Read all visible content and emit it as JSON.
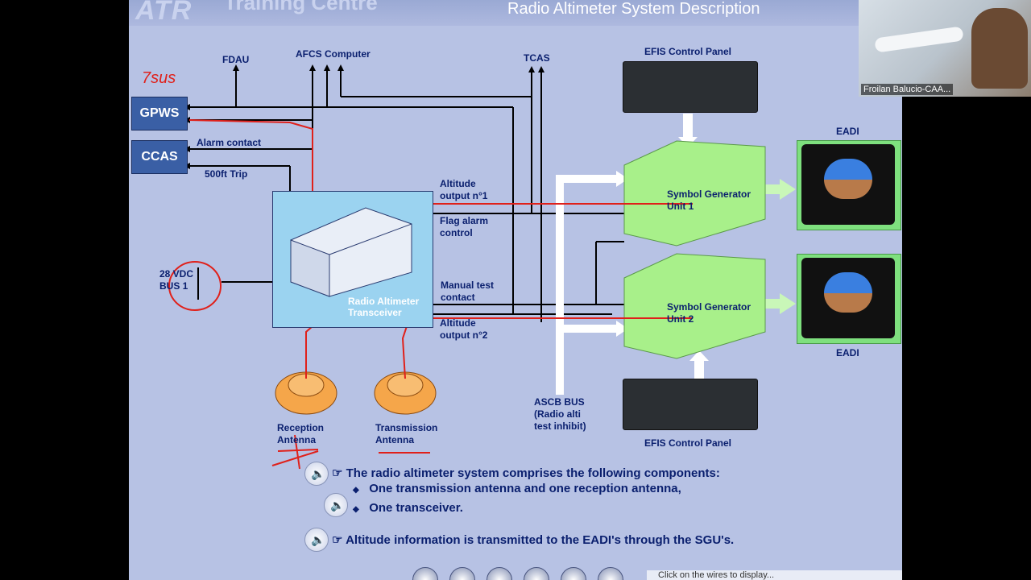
{
  "slide": {
    "title": "Radio Altimeter System Description",
    "logo_text": "ATR",
    "logo_sub": "Training Centre"
  },
  "boxes": {
    "gpws": "GPWS",
    "ccas": "CCAS"
  },
  "labels": {
    "fdau": "FDAU",
    "afcs": "AFCS Computer",
    "tcas": "TCAS",
    "efis_top": "EFIS Control Panel",
    "efis_bottom": "EFIS Control Panel",
    "eadi_top": "EADI",
    "eadi_bottom": "EADI",
    "alarm_contact": "Alarm contact",
    "trip_500": "500ft Trip",
    "alt_out1": "Altitude\noutput n°1",
    "flag_alarm": "Flag alarm\ncontrol",
    "manual_test": "Manual test\ncontact",
    "alt_out2": "Altitude\noutput n°2",
    "vdc_28": "28 VDC\nBUS 1",
    "transceiver": "Radio Altimeter\nTransceiver",
    "sgu1": "Symbol Generator\nUnit 1",
    "sgu2": "Symbol Generator\nUnit 2",
    "reception": "Reception\nAntenna",
    "transmission": "Transmission\nAntenna",
    "ascb": "ASCB BUS\n(Radio alti\ntest inhibit)"
  },
  "annotation": {
    "handwritten": "7sus"
  },
  "notes": [
    {
      "text": "The radio altimeter system comprises the following components:",
      "marker": "☞"
    },
    {
      "text": "One transmission antenna and one reception antenna,",
      "marker": "◆"
    },
    {
      "text": "One transceiver.",
      "marker": "◆"
    },
    {
      "text": "Altitude information is transmitted to the EADI's through the SGU's.",
      "marker": "☞"
    }
  ],
  "webcam": {
    "name": "Froilan Balucio-CAA..."
  },
  "helpbar": {
    "text": "Click on the wires to display..."
  },
  "colors": {
    "slide_bg": "#b7c2e4",
    "wire": "#000000",
    "annotation_red": "#e0201a",
    "sgu_green": "#a8f08a",
    "antenna_orange": "#f5a64a"
  }
}
